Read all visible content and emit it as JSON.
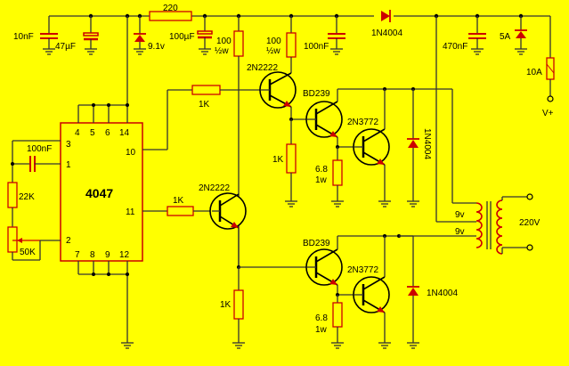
{
  "ic": {
    "title": "4047",
    "pins": {
      "p3": "3",
      "p4": "4",
      "p5": "5",
      "p6": "6",
      "p14": "14",
      "p1": "1",
      "p10": "10",
      "p11": "11",
      "p2": "2",
      "p7": "7",
      "p8": "8",
      "p9": "9",
      "p12": "12"
    }
  },
  "labels": {
    "c_10nF": "10nF",
    "c_47uF": "47µF",
    "zener": "9.1v",
    "r_220": "220",
    "c_100uF": "100µF",
    "r_100a": "100",
    "r_100a_w": "½w",
    "r_100b": "100",
    "r_100b_w": "½w",
    "q_2n2222_top": "2N2222",
    "c_100nF_top": "100nF",
    "d_1n4004_top": "1N4004",
    "c_470nF": "470nF",
    "fuse_5a": "5A",
    "fuse_10a": "10A",
    "vplus": "V+",
    "r_1k_top": "1K",
    "q_bd239_top": "BD239",
    "q_2n3772_top": "2N3772",
    "d_1n4004_mid": "1N4004",
    "r_1k_mid": "1K",
    "r_6r8_top": "6.8",
    "r_6r8_top_w": "1w",
    "c_100nF_timing": "100nF",
    "r_22k": "22K",
    "r_50k": "50K",
    "q_2n2222_bot": "2N2222",
    "r_1k_bot_in": "1K",
    "tr_9v_a": "9v",
    "tr_9v_b": "9v",
    "tr_220v": "220V",
    "q_bd239_bot": "BD239",
    "q_2n3772_bot": "2N3772",
    "d_1n4004_bot": "1N4004",
    "r_1k_bot": "1K",
    "r_6r8_bot": "6.8",
    "r_6r8_bot_w": "1w"
  }
}
